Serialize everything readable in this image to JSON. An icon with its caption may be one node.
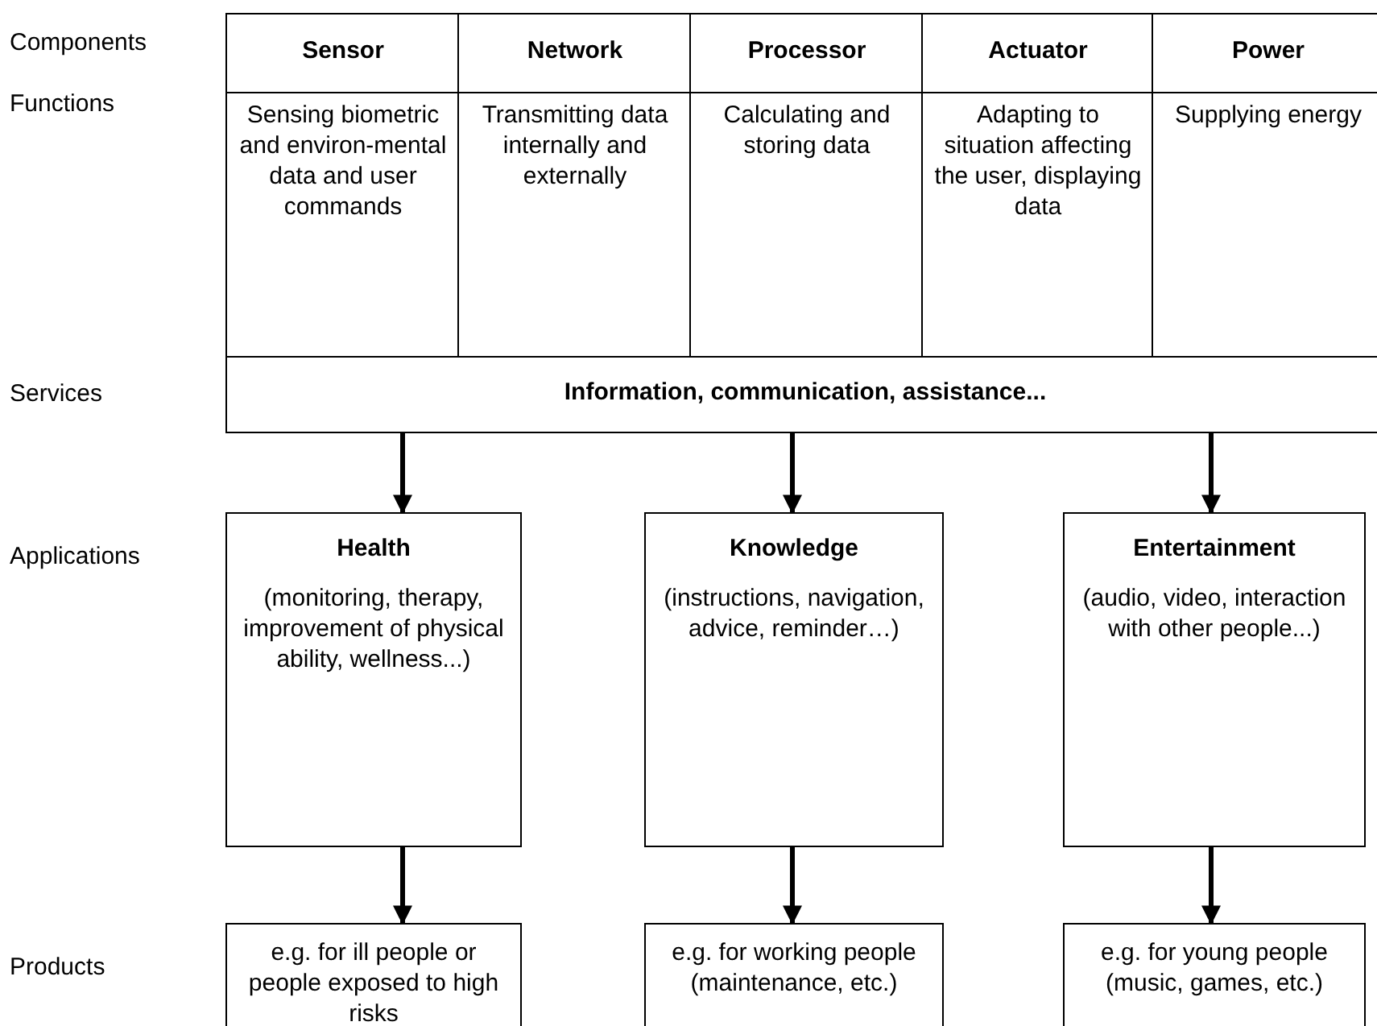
{
  "diagram": {
    "nodes": [
      {
        "text": [
          "Sensor",
          "Sensing biometric and environ-mental data and user commands"
        ]
      },
      {
        "text": [
          "Network",
          "Transmitting data internally and externally"
        ]
      },
      {
        "text": [
          "Processor",
          "Calculating and storing data"
        ]
      },
      {
        "text": [
          "Actuator",
          "Adapting to situation affecting the user, displaying data"
        ]
      },
      {
        "text": [
          "Power",
          "Supplying energy"
        ]
      },
      {
        "text": [
          "Information, communication, assistance..."
        ]
      },
      {
        "text": [
          "Health",
          "(monitoring, therapy, improvement of physical ability, wellness...)"
        ]
      },
      {
        "text": [
          "Knowledge",
          "(instructions, navigation, advice, reminder…)"
        ]
      },
      {
        "text": [
          "Entertainment",
          "(audio, video, interaction with other people...)"
        ]
      },
      {
        "text": [
          "e.g. for ill people or people exposed to high risks"
        ]
      },
      {
        "text": [
          "e.g. for working people (maintenance, etc.)"
        ]
      },
      {
        "text": [
          "e.g. for young people (music, games, etc.)"
        ]
      }
    ],
    "edges": [
      {
        "from": 5,
        "to": 6,
        "arrow": "to"
      },
      {
        "from": 5,
        "to": 7,
        "arrow": "to"
      },
      {
        "from": 5,
        "to": 8,
        "arrow": "to"
      },
      {
        "from": 6,
        "to": 9,
        "arrow": "to"
      },
      {
        "from": 7,
        "to": 10,
        "arrow": "to"
      },
      {
        "from": 8,
        "to": 11,
        "arrow": "to"
      }
    ],
    "labels": [
      "Components",
      "Functions",
      "Services",
      "Applications",
      "Products"
    ]
  }
}
